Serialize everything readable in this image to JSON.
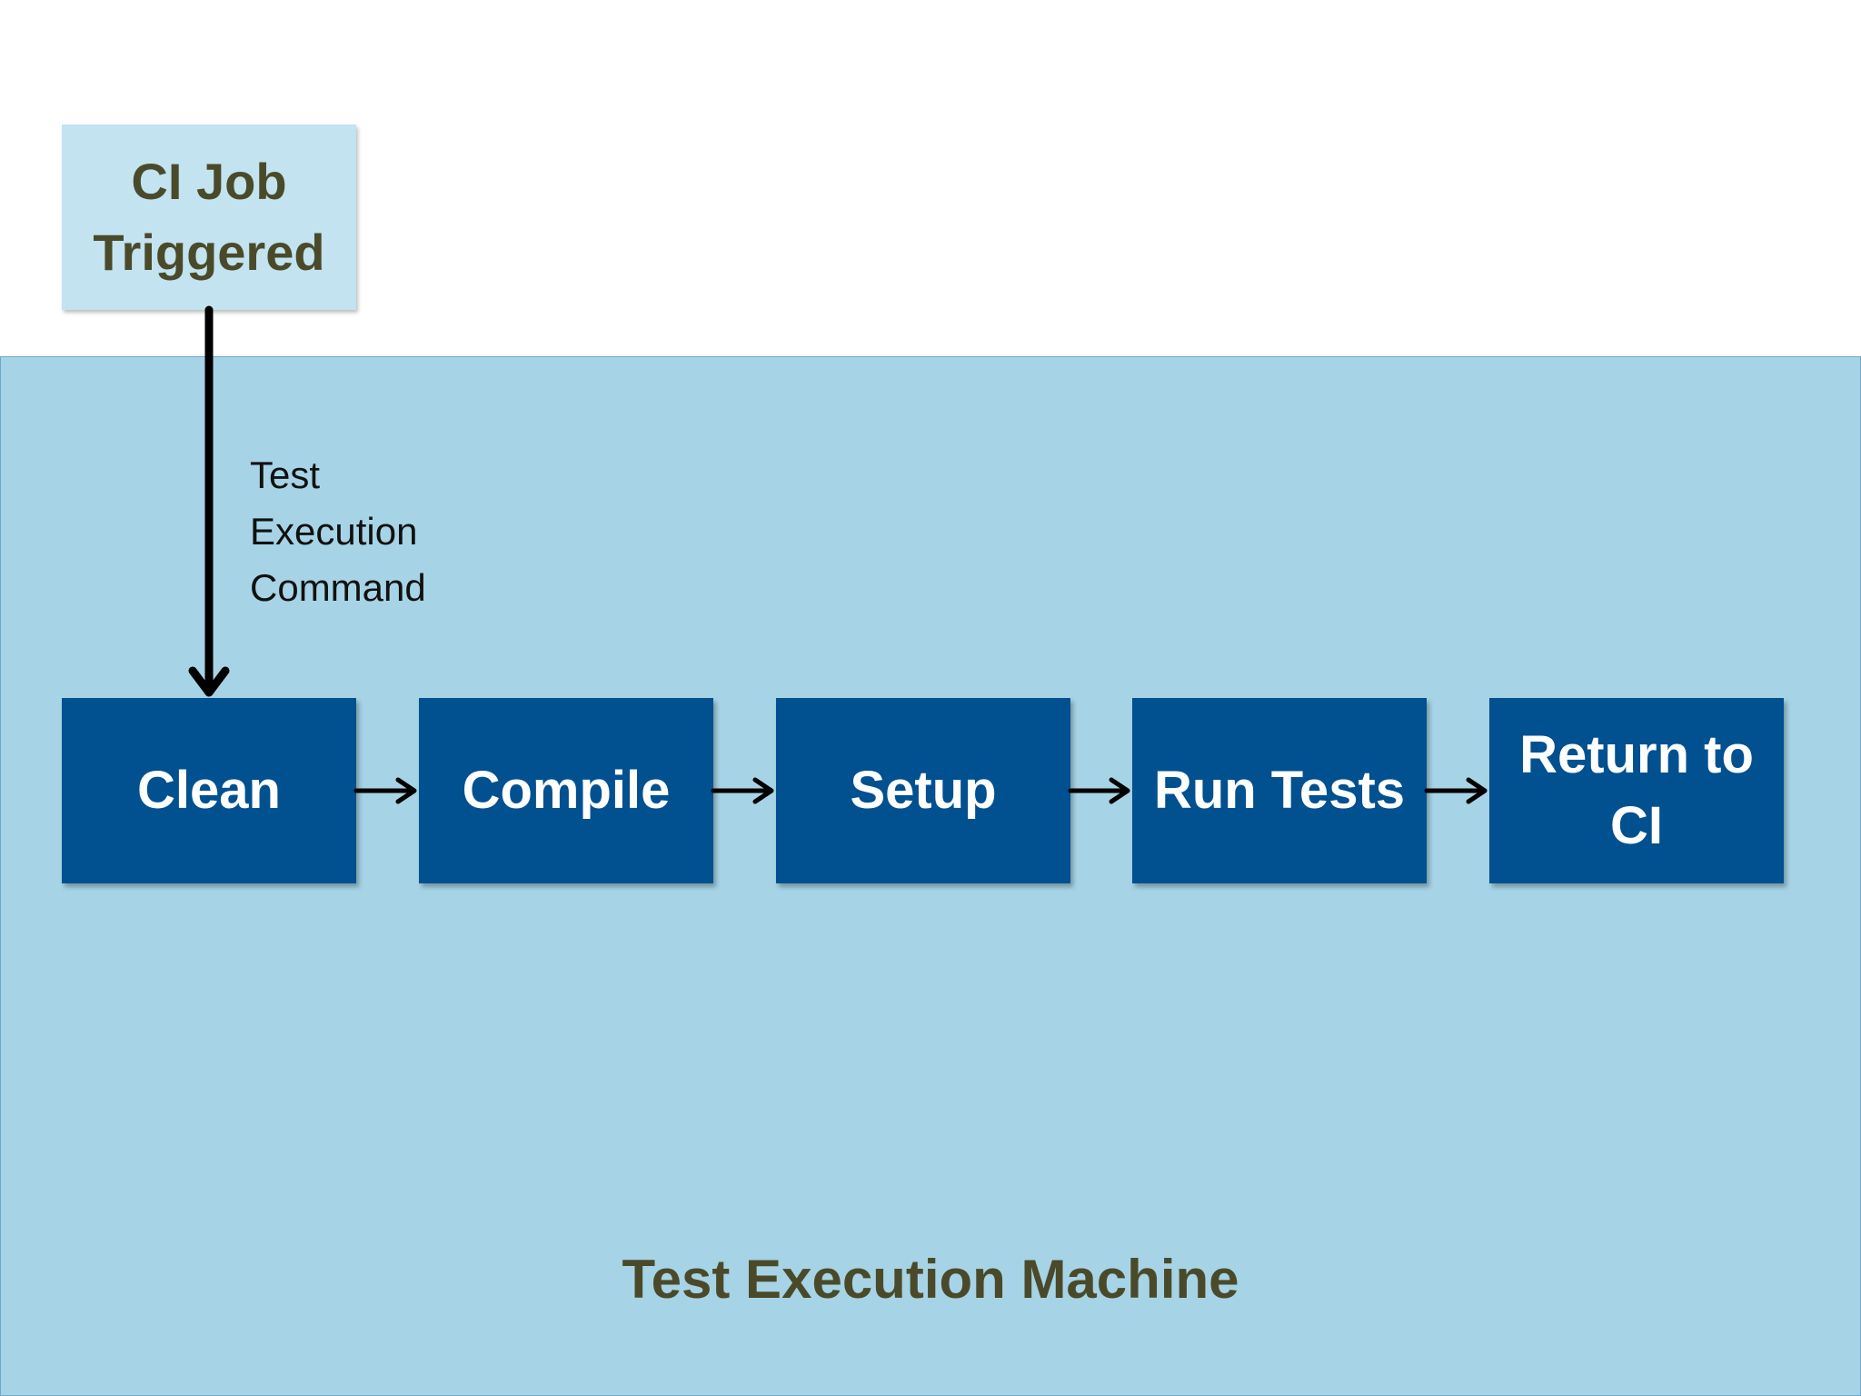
{
  "trigger": {
    "label": "CI Job\nTriggered"
  },
  "command_label": "Test\nExecution\nCommand",
  "steps": [
    {
      "label": "Clean"
    },
    {
      "label": "Compile"
    },
    {
      "label": "Setup"
    },
    {
      "label": "Run Tests"
    },
    {
      "label": "Return to CI"
    }
  ],
  "machine": {
    "title": "Test Execution Machine"
  },
  "colors": {
    "machine_bg": "#a6d4e6",
    "trigger_bg": "#c2e3ef",
    "step_bg": "#01508f",
    "dark_text": "#4a4a2a",
    "arrow": "#000000"
  }
}
